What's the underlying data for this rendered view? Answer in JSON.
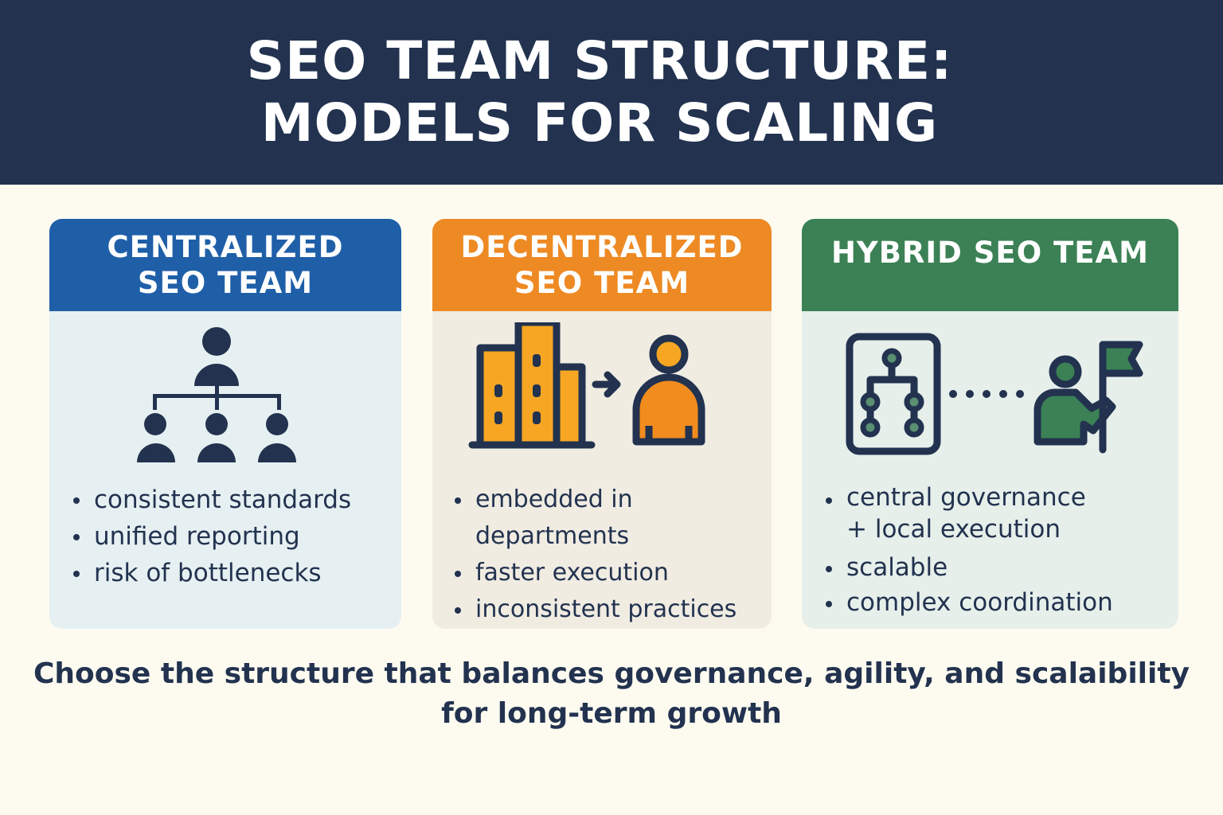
{
  "title": "SEO TEAM STRUCTURE: MODELS FOR SCALING",
  "colors": {
    "navy": "#22324f",
    "blue": "#1f5fa8",
    "orange": "#ee8a24",
    "green": "#3b8155",
    "background": "#fdfbf0"
  },
  "cards": [
    {
      "title_line1": "CENTRALIZED",
      "title_line2": "SEO TEAM",
      "icon": "org-chart-icon",
      "bullets": [
        "consistent standards",
        "unified reporting",
        "risk of bottlenecks"
      ]
    },
    {
      "title_line1": "DECENTRALIZED",
      "title_line2": "SEO TEAM",
      "icon": "buildings-to-person-icon",
      "bullets": [
        "embedded in departments",
        "faster execution",
        "inconsistent practices"
      ]
    },
    {
      "title_line1": "HYBRID SEO TEAM",
      "icon": "hub-to-flag-person-icon",
      "bullets": [
        "central governance + local execution",
        "scalable",
        "complex coordination"
      ]
    }
  ],
  "footer": {
    "line1": "Choose the structure that balances governance, agility, and scalaibility",
    "line2": "for long-term growth"
  }
}
